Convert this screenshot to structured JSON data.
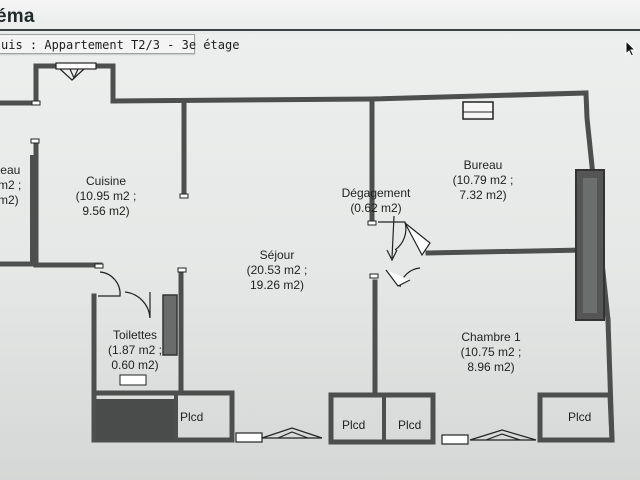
{
  "app": {
    "title": "éma"
  },
  "selector": {
    "value": "uis : Appartement T2/3 - 3e étage"
  },
  "rooms": [
    {
      "name": "'eau",
      "area1": "m2 ;",
      "area2": "m2)"
    },
    {
      "name": "Cuisine",
      "area1": "(10.95 m2 ;",
      "area2": "9.56 m2)"
    },
    {
      "name": "Séjour",
      "area1": "(20.53 m2 ;",
      "area2": "19.26 m2)"
    },
    {
      "name": "Dégagement",
      "area1": "(0.62 m2)"
    },
    {
      "name": "Bureau",
      "area1": "(10.79 m2 ;",
      "area2": "7.32 m2)"
    },
    {
      "name": "Toilettes",
      "area1": "(1.87 m2 ;",
      "area2": "0.60 m2)"
    },
    {
      "name": "Chambre 1",
      "area1": "(10.75 m2 ;",
      "area2": "8.96 m2)"
    }
  ],
  "closets": {
    "label": "Plcd"
  },
  "icons": {
    "cursor": "mouse-pointer-icon",
    "window": "window-icon",
    "radiator": "radiator-icon"
  }
}
